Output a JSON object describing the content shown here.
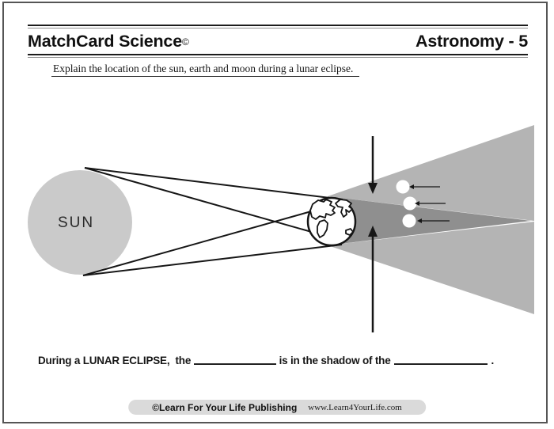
{
  "header": {
    "brand": "MatchCard Science",
    "copyright_mark": "©",
    "worksheet": "Astronomy - 5"
  },
  "instruction": "Explain the location of the sun, earth and moon during a lunar eclipse.",
  "diagram": {
    "sun_label": "SUN",
    "colors": {
      "sun": "#cacaca",
      "penumbra": "#b4b4b4",
      "umbra": "#8f8f8f",
      "moon": "#ffffff",
      "earth_fill": "#ffffff",
      "line": "#161616"
    }
  },
  "sentence": {
    "part1": "During a LUNAR ECLIPSE,  the",
    "blank1": "",
    "part2": "is in the shadow of the",
    "blank2": "",
    "period": "."
  },
  "footer": {
    "publisher": "©Learn For Your Life Publishing",
    "website": "www.Learn4YourLife.com"
  }
}
